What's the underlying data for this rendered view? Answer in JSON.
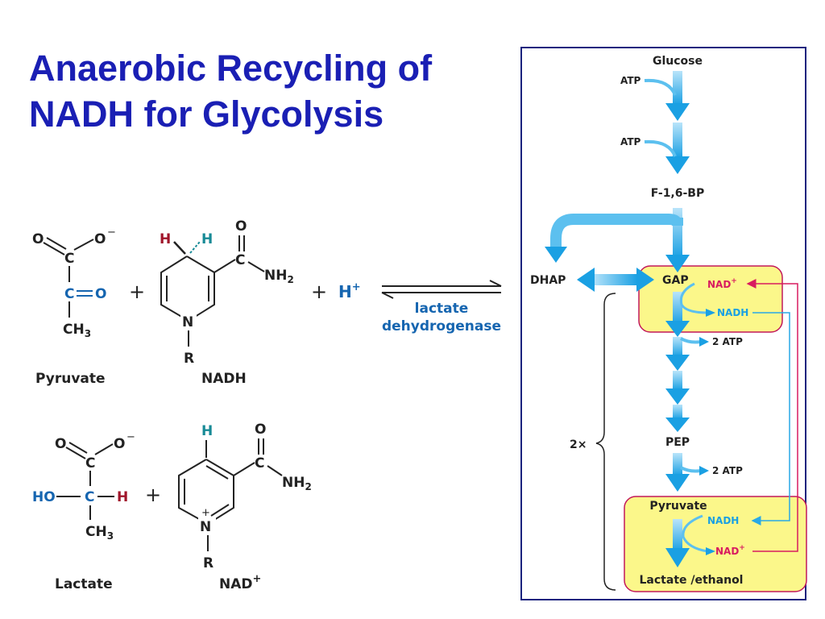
{
  "slide": {
    "title_line1": "Anaerobic Recycling of",
    "title_line2": "NADH for Glycolysis"
  },
  "reaction": {
    "pyruvate_label": "Pyruvate",
    "nadh_label": "NADH",
    "lactate_label": "Lactate",
    "nad_label": "NAD",
    "nad_sup": "+",
    "enzyme_line1": "lactate",
    "enzyme_line2": "dehydrogenase",
    "proton": "H",
    "proton_sup": "+",
    "plus": "+",
    "atoms": {
      "O": "O",
      "O_minus": "O",
      "minus": "−",
      "C": "C",
      "CH3": "CH",
      "sub3": "3",
      "NH2": "NH",
      "sub2": "2",
      "N": "N",
      "R": "R",
      "H": "H",
      "HO": "HO"
    }
  },
  "pathway": {
    "glucose": "Glucose",
    "atp1": "ATP",
    "atp2": "ATP",
    "f16bp": "F-1,6-BP",
    "dhap": "DHAP",
    "gap": "GAP",
    "nad_top": "NAD",
    "nadh_top": "NADH",
    "two_atp_1": "2 ATP",
    "pep": "PEP",
    "two_atp_2": "2 ATP",
    "two_x": "2×",
    "pyruvate": "Pyruvate",
    "nadh_bottom": "NADH",
    "nad_bottom": "NAD",
    "plus_sup": "+",
    "lactate_ethanol": "Lactate /ethanol"
  },
  "colors": {
    "title": "#1a1fb4",
    "blue_accent": "#1565b0",
    "red_accent": "#a0142a",
    "teal_accent": "#178a96",
    "arrow_blue": "#29a9e6",
    "box_yellow": "#fbf78a",
    "box_border": "#c2185b",
    "nad_magenta": "#d81b60",
    "frame": "#1a237e"
  }
}
